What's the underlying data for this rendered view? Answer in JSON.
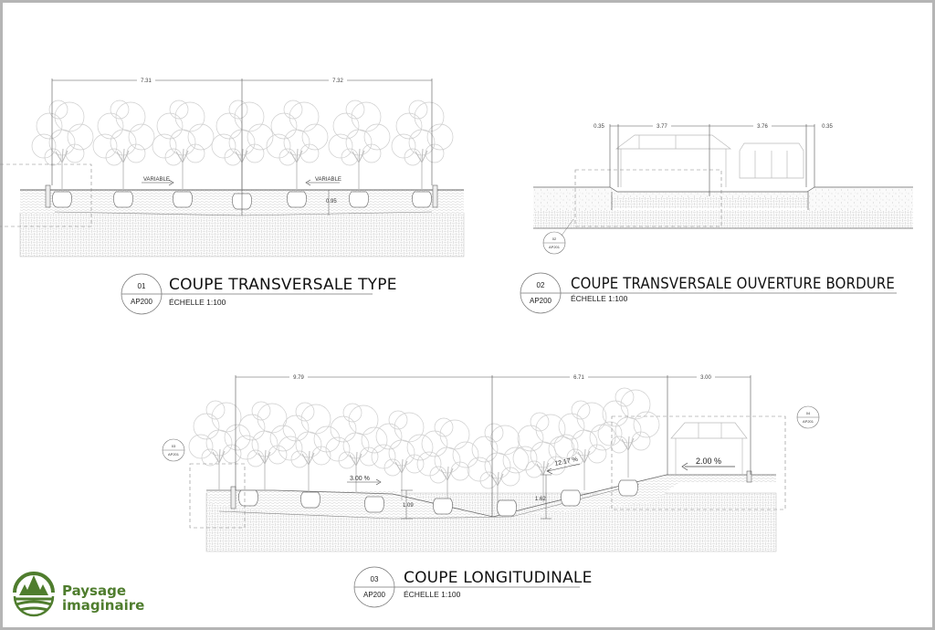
{
  "sections": [
    {
      "number": "01",
      "sheet": "AP200",
      "title": "COUPE TRANSVERSALE TYPE",
      "scale": "ÉCHELLE 1:100",
      "dimensions": [
        "7.31",
        "7.32"
      ],
      "annotations": {
        "variable_left": "VARIABLE",
        "variable_right": "VARIABLE",
        "depth": "0.95"
      }
    },
    {
      "number": "02",
      "sheet": "AP200",
      "title": "COUPE TRANSVERSALE OUVERTURE BORDURE",
      "scale": "ÉCHELLE 1:100",
      "dimensions": [
        "0.35",
        "3.77",
        "3.76",
        "0.35"
      ],
      "callout": {
        "number": "02",
        "sheet": "AP201"
      }
    },
    {
      "number": "03",
      "sheet": "AP200",
      "title": "COUPE LONGITUDINALE",
      "scale": "ÉCHELLE 1:100",
      "dimensions": [
        "9.79",
        "6.71",
        "3.00"
      ],
      "annotations": {
        "slope1": "3.00 %",
        "slope2": "12.17 %",
        "slope3": "2.00 %",
        "depth1": "1.09",
        "depth2": "1.62"
      },
      "callouts": [
        {
          "number": "03",
          "sheet": "AP201"
        },
        {
          "number": "04",
          "sheet": "AP201"
        }
      ]
    }
  ],
  "logo": {
    "line1": "Paysage",
    "line2": "imaginaire",
    "color": "#4f7d2e"
  }
}
